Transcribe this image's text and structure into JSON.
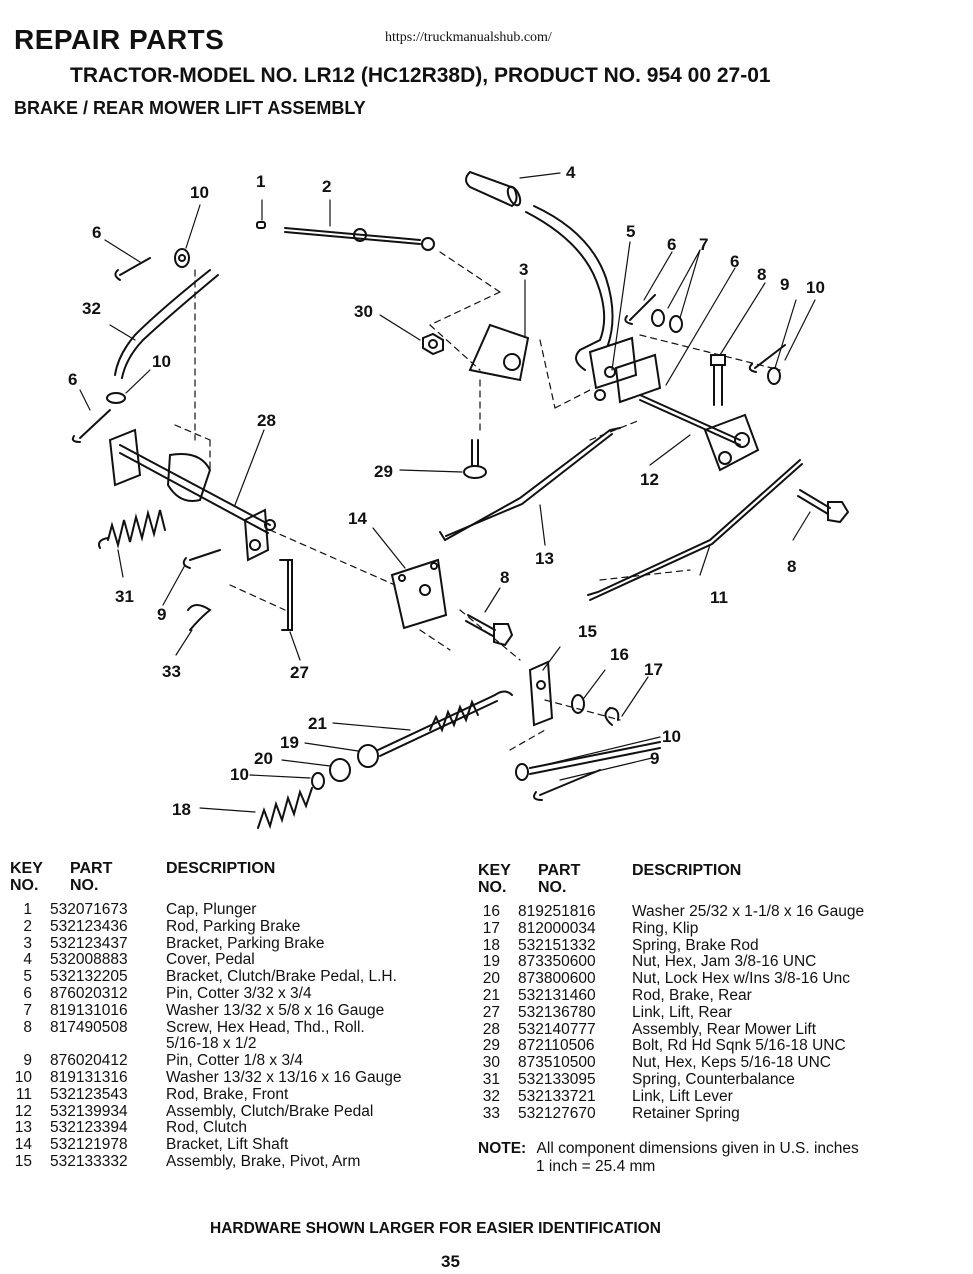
{
  "header": {
    "title": "REPAIR PARTS",
    "url": "https://truckmanualshub.com/",
    "model": "TRACTOR-MODEL NO. LR12 (HC12R38D), PRODUCT NO. 954 00 27-01",
    "assembly": "BRAKE / REAR MOWER LIFT ASSEMBLY"
  },
  "diagram": {
    "callouts": [
      "1",
      "2",
      "3",
      "4",
      "5",
      "6",
      "6",
      "6",
      "6",
      "7",
      "8",
      "8",
      "8",
      "9",
      "9",
      "9",
      "10",
      "10",
      "10",
      "10",
      "10",
      "10",
      "11",
      "12",
      "13",
      "14",
      "15",
      "16",
      "17",
      "18",
      "19",
      "20",
      "21",
      "27",
      "28",
      "29",
      "30",
      "31",
      "32",
      "33"
    ]
  },
  "table_headers": {
    "key": "KEY",
    "key2": "NO.",
    "part": "PART",
    "part2": "NO.",
    "description": "DESCRIPTION"
  },
  "left_parts": [
    {
      "key": "1",
      "part": "532071673",
      "desc": "Cap, Plunger"
    },
    {
      "key": "2",
      "part": "532123436",
      "desc": "Rod, Parking Brake"
    },
    {
      "key": "3",
      "part": "532123437",
      "desc": "Bracket, Parking Brake"
    },
    {
      "key": "4",
      "part": "532008883",
      "desc": "Cover, Pedal"
    },
    {
      "key": "5",
      "part": "532132205",
      "desc": "Bracket, Clutch/Brake Pedal, L.H."
    },
    {
      "key": "6",
      "part": "876020312",
      "desc": "Pin, Cotter  3/32 x 3/4"
    },
    {
      "key": "7",
      "part": "819131016",
      "desc": "Washer  13/32 x  5/8 x 16 Gauge"
    },
    {
      "key": "8",
      "part": "817490508",
      "desc": "Screw, Hex Head, Thd., Roll."
    },
    {
      "key": "",
      "part": "",
      "desc": "5/16-18 x 1/2"
    },
    {
      "key": "9",
      "part": "876020412",
      "desc": "Pin, Cotter  1/8 x 3/4"
    },
    {
      "key": "10",
      "part": "819131316",
      "desc": "Washer  13/32 x 13/16 x 16 Gauge"
    },
    {
      "key": "11",
      "part": "532123543",
      "desc": "Rod, Brake, Front"
    },
    {
      "key": "12",
      "part": "532139934",
      "desc": "Assembly, Clutch/Brake Pedal"
    },
    {
      "key": "13",
      "part": "532123394",
      "desc": "Rod, Clutch"
    },
    {
      "key": "14",
      "part": "532121978",
      "desc": "Bracket, Lift Shaft"
    },
    {
      "key": "15",
      "part": "532133332",
      "desc": "Assembly, Brake, Pivot, Arm"
    }
  ],
  "right_parts": [
    {
      "key": "16",
      "part": "819251816",
      "desc": "Washer  25/32 x 1-1/8 x 16 Gauge"
    },
    {
      "key": "17",
      "part": "812000034",
      "desc": "Ring, Klip"
    },
    {
      "key": "18",
      "part": "532151332",
      "desc": "Spring, Brake Rod"
    },
    {
      "key": "19",
      "part": "873350600",
      "desc": "Nut, Hex, Jam  3/8-16 UNC"
    },
    {
      "key": "20",
      "part": "873800600",
      "desc": "Nut, Lock Hex w/Ins  3/8-16 Unc"
    },
    {
      "key": "21",
      "part": "532131460",
      "desc": "Rod, Brake, Rear"
    },
    {
      "key": "27",
      "part": "532136780",
      "desc": "Link, Lift, Rear"
    },
    {
      "key": "28",
      "part": "532140777",
      "desc": "Assembly, Rear Mower Lift"
    },
    {
      "key": "29",
      "part": "872110506",
      "desc": "Bolt, Rd Hd Sqnk  5/16-18 UNC"
    },
    {
      "key": "30",
      "part": "873510500",
      "desc": "Nut, Hex, Keps  5/16-18 UNC"
    },
    {
      "key": "31",
      "part": "532133095",
      "desc": "Spring, Counterbalance"
    },
    {
      "key": "32",
      "part": "532133721",
      "desc": "Link, Lift Lever"
    },
    {
      "key": "33",
      "part": "532127670",
      "desc": "Retainer Spring"
    }
  ],
  "note": {
    "label": "NOTE:",
    "line1": "All component dimensions given in U.S. inches",
    "line2": "1 inch = 25.4 mm"
  },
  "footer": {
    "hardware": "HARDWARE SHOWN LARGER FOR EASIER IDENTIFICATION",
    "page": "35"
  }
}
